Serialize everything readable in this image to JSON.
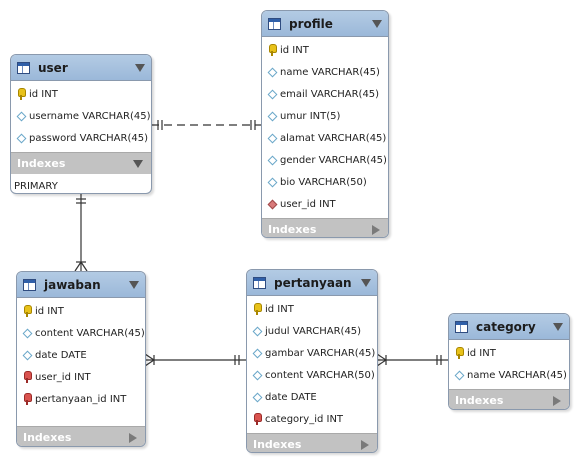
{
  "tables": {
    "user": {
      "name": "user",
      "columns": [
        "id INT",
        "username VARCHAR(45)",
        "password VARCHAR(45)"
      ],
      "indexes_label": "Indexes",
      "indexes": [
        "PRIMARY"
      ]
    },
    "profile": {
      "name": "profile",
      "columns": [
        "id INT",
        "name VARCHAR(45)",
        "email VARCHAR(45)",
        "umur INT(5)",
        "alamat VARCHAR(45)",
        "gender VARCHAR(45)",
        "bio VARCHAR(50)",
        "user_id INT"
      ],
      "indexes_label": "Indexes"
    },
    "jawaban": {
      "name": "jawaban",
      "columns": [
        "id INT",
        "content VARCHAR(45)",
        "date DATE",
        "user_id INT",
        "pertanyaan_id INT"
      ],
      "indexes_label": "Indexes"
    },
    "pertanyaan": {
      "name": "pertanyaan",
      "columns": [
        "id INT",
        "judul VARCHAR(45)",
        "gambar VARCHAR(45)",
        "content VARCHAR(50)",
        "date DATE",
        "category_id INT"
      ],
      "indexes_label": "Indexes"
    },
    "category": {
      "name": "category",
      "columns": [
        "id INT",
        "name VARCHAR(45)"
      ],
      "indexes_label": "Indexes"
    }
  },
  "colors": {
    "header": "#9bb8d9",
    "border": "#8a99ad",
    "indexes_bar": "#c2c2c2",
    "line": "#333333"
  }
}
